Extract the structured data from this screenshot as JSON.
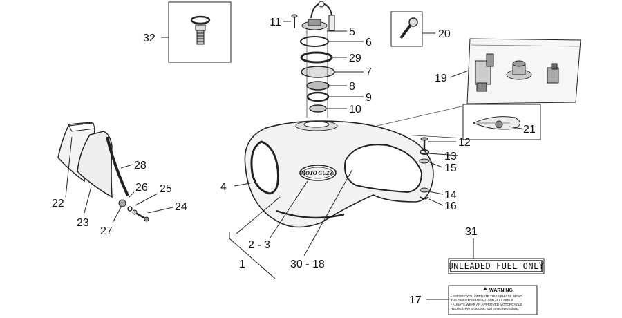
{
  "diagram": {
    "callouts": {
      "c1": "1",
      "c2_3": "2 - 3",
      "c4": "4",
      "c5": "5",
      "c6": "6",
      "c7": "7",
      "c8": "8",
      "c9": "9",
      "c10": "10",
      "c11": "11",
      "c12": "12",
      "c13": "13",
      "c14": "14",
      "c15": "15",
      "c16": "16",
      "c17": "17",
      "c19": "19",
      "c20": "20",
      "c21": "21",
      "c22": "22",
      "c23": "23",
      "c24": "24",
      "c25": "25",
      "c26": "26",
      "c27": "27",
      "c28": "28",
      "c29": "29",
      "c30_18": "30 - 18",
      "c31": "31",
      "c32": "32"
    },
    "fuel_sticker": "UNLEADED FUEL ONLY",
    "warning_label": {
      "title": "WARNING",
      "lines": [
        "• BEFORE YOU OPERATE THIS VEHICLE, READ",
        "  THE OWNER'S MANUAL AND ALL LABELS.",
        "• ALWAYS WEAR AN APPROVED MOTORCYCLE",
        "  HELMET, eye protection, and protective clothing."
      ]
    },
    "tank_badge": "MOTO GUZZI"
  }
}
